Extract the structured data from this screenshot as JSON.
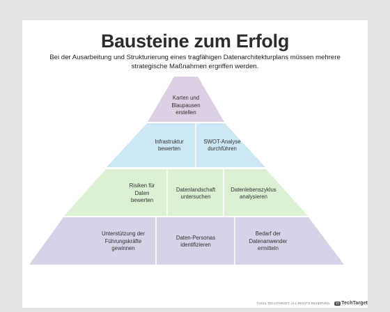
{
  "title": "Bausteine zum Erfolg",
  "subtitle": "Bei der Ausarbeitung und Strukturierung eines tragfähigen Datenarchitekturplans müssen mehrere strategische Maßnahmen ergriffen werden.",
  "colors": {
    "tier1": "#ddd0e4",
    "tier2": "#cde8f4",
    "tier3": "#dcf0d4",
    "tier4": "#d4d3e7"
  },
  "tiers": [
    {
      "cells": [
        "Karten und Blaupausen erstellen"
      ]
    },
    {
      "cells": [
        "Infrastruktur bewerten",
        "SWOT-Analyse durchführen"
      ]
    },
    {
      "cells": [
        "Risiken für Daten bewerten",
        "Datenlandschaft untersuchen",
        "Datenlebenszyklus analysieren"
      ]
    },
    {
      "cells": [
        "Unterstützung der Führungskräfte gewinnen",
        "Daten-Personas identifizieren",
        "Bedarf der Datenanwender ermitteln"
      ]
    }
  ],
  "footer": {
    "copyright": "©2021 TECHTARGET. ALL RIGHTS RESERVED.",
    "logo": "TechTarget"
  }
}
